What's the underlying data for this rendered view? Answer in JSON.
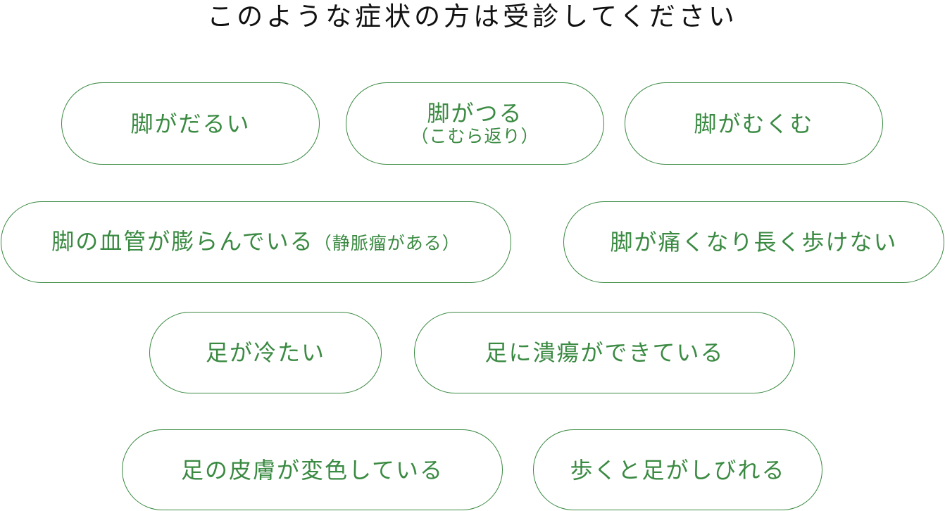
{
  "title": "このような症状の方は受診してください",
  "colors": {
    "accent": "#3a8a42",
    "title_text": "#111111",
    "background": "#ffffff"
  },
  "symptoms": [
    {
      "label": "脚がだるい"
    },
    {
      "label": "脚がつる",
      "note": "（こむら返り）"
    },
    {
      "label": "脚がむくむ"
    },
    {
      "label": "脚の血管が膨らんでいる",
      "note": "（静脈瘤がある）"
    },
    {
      "label": "脚が痛くなり長く歩けない"
    },
    {
      "label": "足が冷たい"
    },
    {
      "label": "足に潰瘍ができている"
    },
    {
      "label": "足の皮膚が変色している"
    },
    {
      "label": "歩くと足がしびれる"
    }
  ]
}
